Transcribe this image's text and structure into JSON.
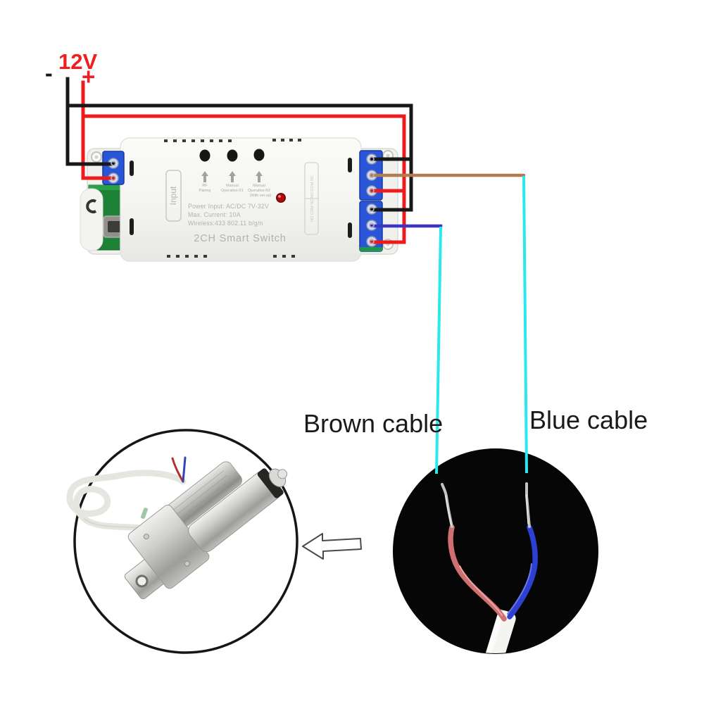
{
  "power_supply": {
    "label": "12V",
    "negative": "-",
    "positive": "+"
  },
  "smart_switch": {
    "input_label": "Input",
    "name": "2CH Smart Switch",
    "buttons": [
      {
        "lines": [
          "RF",
          "Pairing",
          ""
        ]
      },
      {
        "lines": [
          "Manual",
          "Operation R1",
          ""
        ]
      },
      {
        "lines": [
          "Manual",
          "Operation R2",
          "(With set up)"
        ]
      }
    ],
    "specs": [
      "Power Input:  AC/DC 7V-32V",
      "Max. Current:  10A",
      "Wireless:433  802.11 b/g/n"
    ],
    "terminal_label": "NO COM NC  NO COM NC"
  },
  "cable_labels": {
    "brown": "Brown cable",
    "blue": "Blue cable"
  },
  "colors": {
    "wire_negative": "#181818",
    "wire_positive": "#ec1c1c",
    "wire_brown": "#b57a50",
    "wire_blue": "#3b34c6",
    "indicator_cyan": "#2ae8ec",
    "terminal_blue": "#2b55d8",
    "pcb_green": "#1e8236",
    "led_red": "#b00d0d",
    "label_red": "#ef1f1f",
    "label_black": "#1a1a1a"
  }
}
